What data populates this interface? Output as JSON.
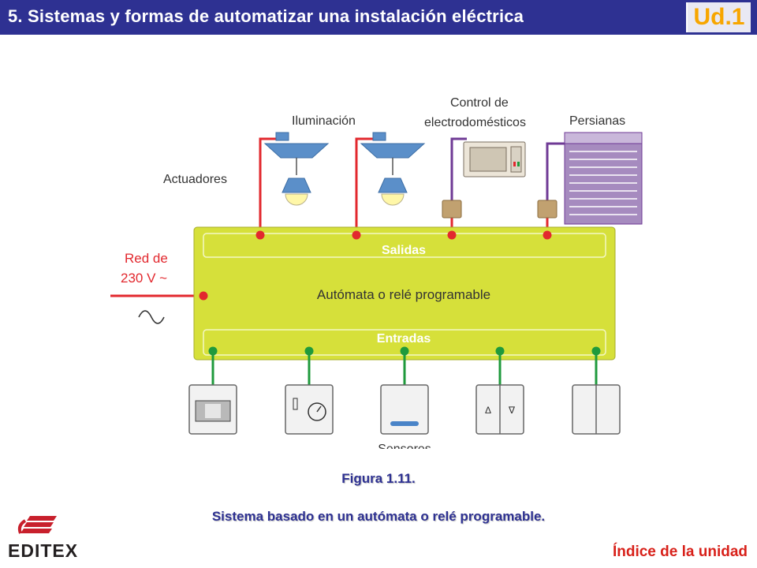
{
  "header": {
    "title": "5.  Sistemas y formas de automatizar una instalación eléctrica",
    "badge": "Ud.1"
  },
  "diagram": {
    "labels": {
      "iluminacion": "Iluminación",
      "control_line1": "Control de",
      "control_line2": "electrodomésticos",
      "persianas": "Persianas",
      "actuadores": "Actuadores",
      "red_line1": "Red de",
      "red_line2": "230 V ~",
      "salidas": "Salidas",
      "automata": "Autómata o relé programable",
      "entradas": "Entradas",
      "sensores": "Sensores"
    },
    "colors": {
      "panel": "#d6e03a",
      "output_wire": "#e2282e",
      "appliance_wire": "#6f3a95",
      "input_wire": "#1f9a3c",
      "lamp": "#5b8fc9",
      "blind": "#a68bbf"
    }
  },
  "captions": {
    "figure": "Figura 1.11.",
    "description": "Sistema basado en un autómata o relé programable."
  },
  "footer": {
    "logo_text": "EDITEX",
    "index_link": "Índice de la unidad"
  }
}
